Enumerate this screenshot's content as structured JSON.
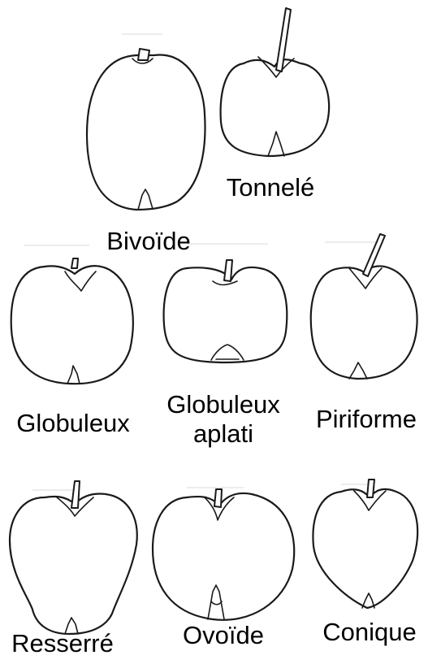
{
  "figure": {
    "labels": {
      "bivoide": "Bivoïde",
      "tonnele": "Tonnelé",
      "globuleux": "Globuleux",
      "globuleux_aplati_line1": "Globuleux",
      "globuleux_aplati_line2": "aplati",
      "piriforme": "Piriforme",
      "resserre": "Resserré",
      "ovoide": "Ovoïde",
      "conique": "Conique"
    },
    "colors": {
      "line": "#1a1a1a",
      "background": "#ffffff",
      "text": "#000000"
    }
  }
}
